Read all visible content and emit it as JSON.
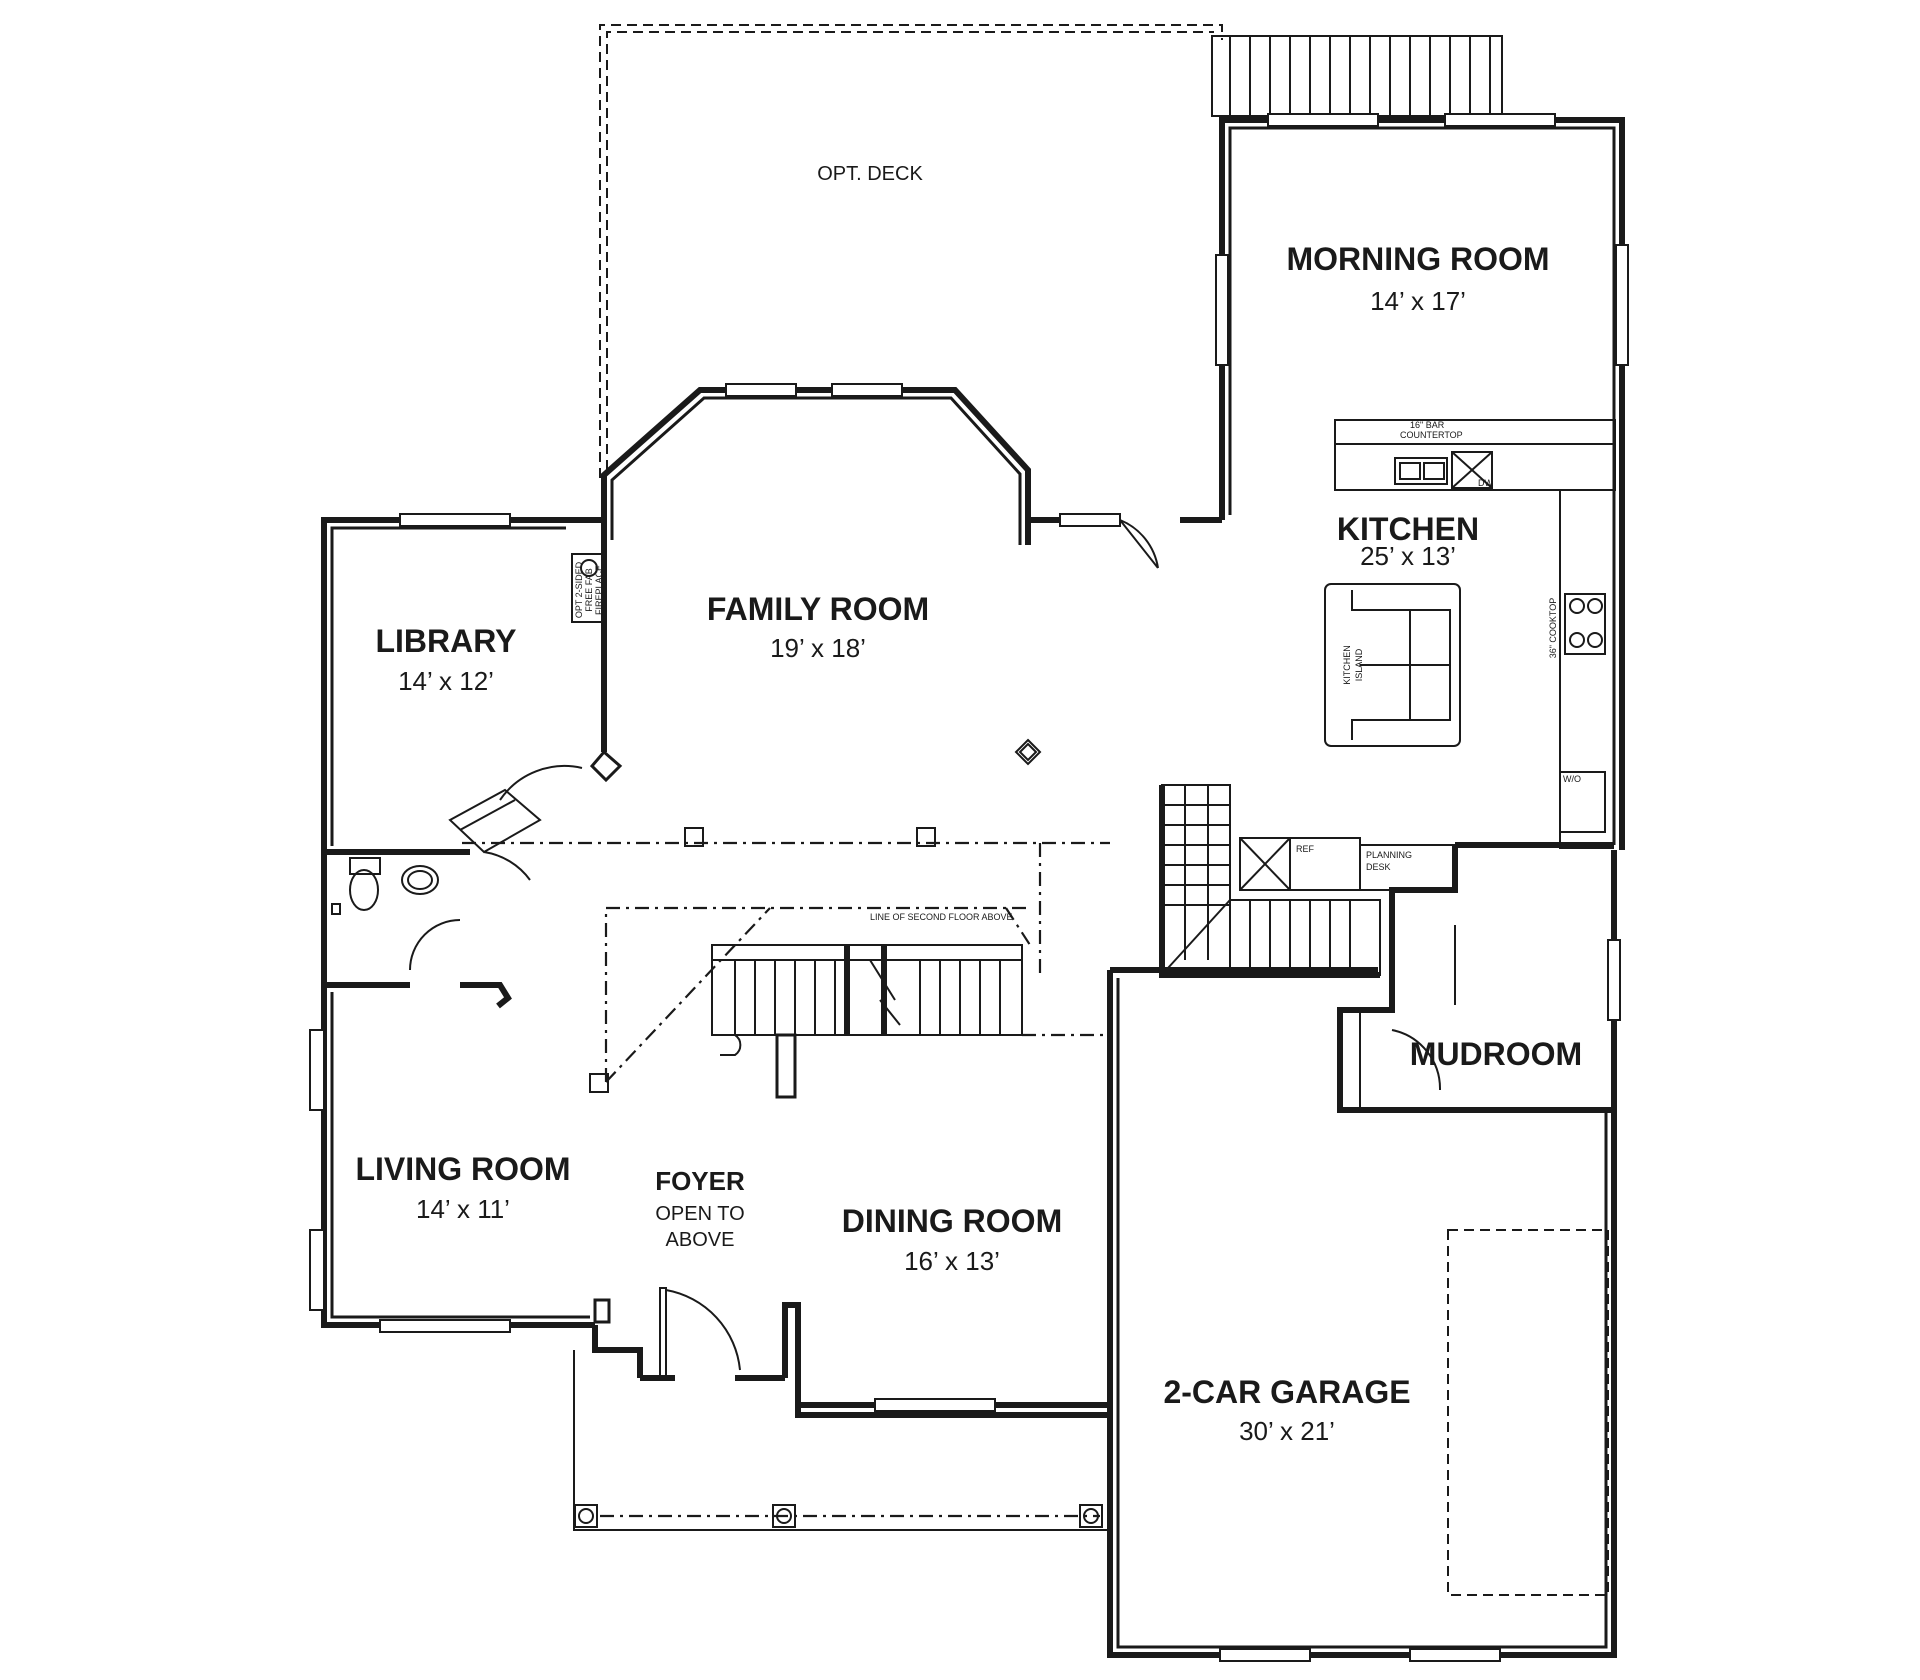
{
  "rooms": {
    "opt_deck": {
      "label": "OPT. DECK"
    },
    "morning_room": {
      "label": "MORNING ROOM",
      "dim": "14’ x 17’"
    },
    "kitchen": {
      "label": "KITCHEN",
      "dim": "25’ x 13’"
    },
    "family_room": {
      "label": "FAMILY ROOM",
      "dim": "19’ x 18’"
    },
    "library": {
      "label": "LIBRARY",
      "dim": "14’ x 12’"
    },
    "living_room": {
      "label": "LIVING ROOM",
      "dim": "14’ x 11’"
    },
    "foyer": {
      "label": "FOYER",
      "note1": "OPEN TO",
      "note2": "ABOVE"
    },
    "dining_room": {
      "label": "DINING ROOM",
      "dim": "16’ x 13’"
    },
    "mudroom": {
      "label": "MUDROOM"
    },
    "garage": {
      "label": "2-CAR GARAGE",
      "dim": "30’ x 21’"
    }
  },
  "annotations": {
    "bar_countertop_1": "16\" BAR",
    "bar_countertop_2": "COUNTERTOP",
    "dishwasher": "DW",
    "cooktop": "36\" COOKTOP",
    "kitchen_island_1": "KITCHEN",
    "kitchen_island_2": "ISLAND",
    "wall_oven": "W/O",
    "refrigerator": "REF",
    "planning_desk_1": "PLANNING",
    "planning_desk_2": "DESK",
    "second_floor_line": "LINE OF SECOND FLOOR ABOVE",
    "fireplace_1": "OPT 2-SIDED",
    "fireplace_2": "FREE FAB",
    "fireplace_3": "FIREPLACE"
  }
}
